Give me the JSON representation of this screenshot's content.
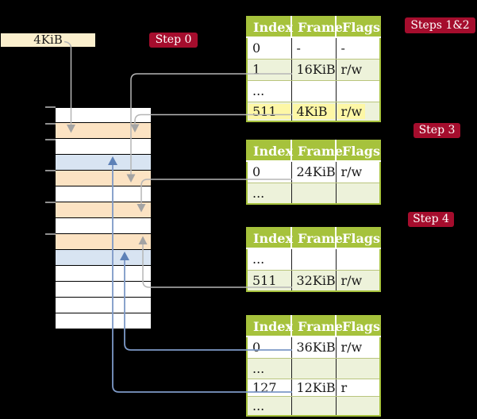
{
  "box_4kib": {
    "label": "4KiB"
  },
  "badges": {
    "step0": {
      "label": "Step 0"
    },
    "steps12": {
      "label": "Steps 1&2"
    },
    "step3": {
      "label": "Step 3"
    },
    "step4": {
      "label": "Step 4"
    }
  },
  "memory": {
    "rows": [
      {
        "color": "white"
      },
      {
        "color": "orange"
      },
      {
        "color": "white"
      },
      {
        "color": "blue"
      },
      {
        "color": "orange"
      },
      {
        "color": "white"
      },
      {
        "color": "orange"
      },
      {
        "color": "white"
      },
      {
        "color": "orange"
      },
      {
        "color": "blue"
      },
      {
        "color": "white"
      },
      {
        "color": "white"
      },
      {
        "color": "white"
      },
      {
        "color": "white"
      }
    ]
  },
  "tables": [
    {
      "id": "t1",
      "headers": [
        "Index",
        "Frame",
        "Flags"
      ],
      "rows": [
        {
          "cells": [
            "0",
            "-",
            "-"
          ],
          "shade": false,
          "highlight": false
        },
        {
          "cells": [
            "1",
            "16KiB",
            "r/w"
          ],
          "shade": true,
          "highlight": false
        },
        {
          "cells": [
            "...",
            "",
            ""
          ],
          "shade": false,
          "highlight": false
        },
        {
          "cells": [
            "511",
            "4KiB",
            "r/w"
          ],
          "shade": true,
          "highlight": true
        }
      ]
    },
    {
      "id": "t2",
      "headers": [
        "Index",
        "Frame",
        "Flags"
      ],
      "rows": [
        {
          "cells": [
            "0",
            "24KiB",
            "r/w"
          ],
          "shade": false,
          "highlight": false
        },
        {
          "cells": [
            "...",
            "",
            ""
          ],
          "shade": true,
          "highlight": false
        }
      ]
    },
    {
      "id": "t3",
      "headers": [
        "Index",
        "Frame",
        "Flags"
      ],
      "rows": [
        {
          "cells": [
            "...",
            "",
            ""
          ],
          "shade": false,
          "highlight": false
        },
        {
          "cells": [
            "511",
            "32KiB",
            "r/w"
          ],
          "shade": true,
          "highlight": false
        }
      ]
    },
    {
      "id": "t4",
      "headers": [
        "Index",
        "Frame",
        "Flags"
      ],
      "rows": [
        {
          "cells": [
            "0",
            "36KiB",
            "r/w"
          ],
          "shade": false,
          "highlight": false
        },
        {
          "cells": [
            "...",
            "",
            ""
          ],
          "shade": true,
          "highlight": false
        },
        {
          "cells": [
            "127",
            "12KiB",
            "r"
          ],
          "shade": false,
          "highlight": false
        },
        {
          "cells": [
            "...",
            "",
            ""
          ],
          "shade": true,
          "highlight": false
        }
      ]
    }
  ],
  "colors": {
    "header_green": "#a6c23c",
    "row_green": "#edf2da",
    "highlight_yellow": "#fdf7a6",
    "frame_orange": "#fce3c3",
    "frame_blue": "#d8e4f2",
    "box_cream": "#fbefcd",
    "badge_red": "#a50d2d",
    "line_gray": "#b6b6b6",
    "line_blue": "#7d99c7"
  }
}
